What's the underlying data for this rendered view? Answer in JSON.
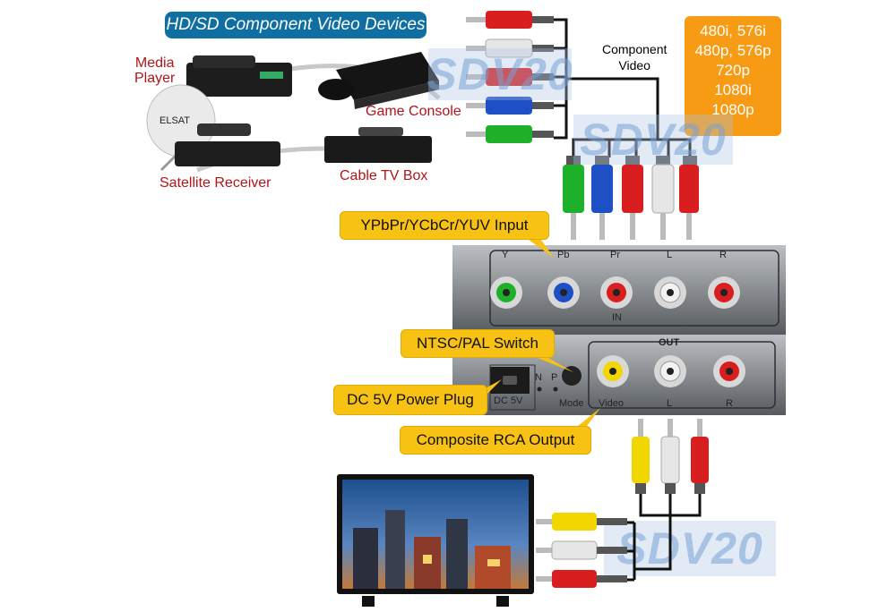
{
  "title": "HD/SD Component Video Devices",
  "devices": {
    "media_player": "Media\nPlayer",
    "game_console": "Game Console",
    "satellite_receiver": "Satellite Receiver",
    "cable_tv_box": "Cable TV Box",
    "dish_brand": "ELSAT"
  },
  "component_label": "Component\nVideo",
  "resolutions": [
    "480i, 576i",
    "480p, 576p",
    "720p",
    "1080i",
    "1080p"
  ],
  "watermark": "SDV20",
  "callouts": {
    "input": "YPbPr/YCbCr/YUV Input",
    "switch": "NTSC/PAL Switch",
    "power": "DC 5V Power Plug",
    "output": "Composite RCA Output"
  },
  "input_panel": {
    "ports": [
      "Y",
      "Pb",
      "Pr",
      "L",
      "R"
    ],
    "in_label": "IN"
  },
  "output_panel": {
    "out_label": "OUT",
    "dc_label": "DC 5V",
    "n_label": "N",
    "p_label": "P",
    "mode_label": "Mode",
    "ports": [
      "Video",
      "L",
      "R"
    ]
  },
  "colors": {
    "red": "#d81e1e",
    "white": "#e6e6e6",
    "blue": "#1f4fc4",
    "green": "#1fb02a",
    "yellow": "#f2d600",
    "callout": "#f8c215",
    "resolution_box": "#f89b14",
    "title_pill": "#0f6fa3"
  }
}
